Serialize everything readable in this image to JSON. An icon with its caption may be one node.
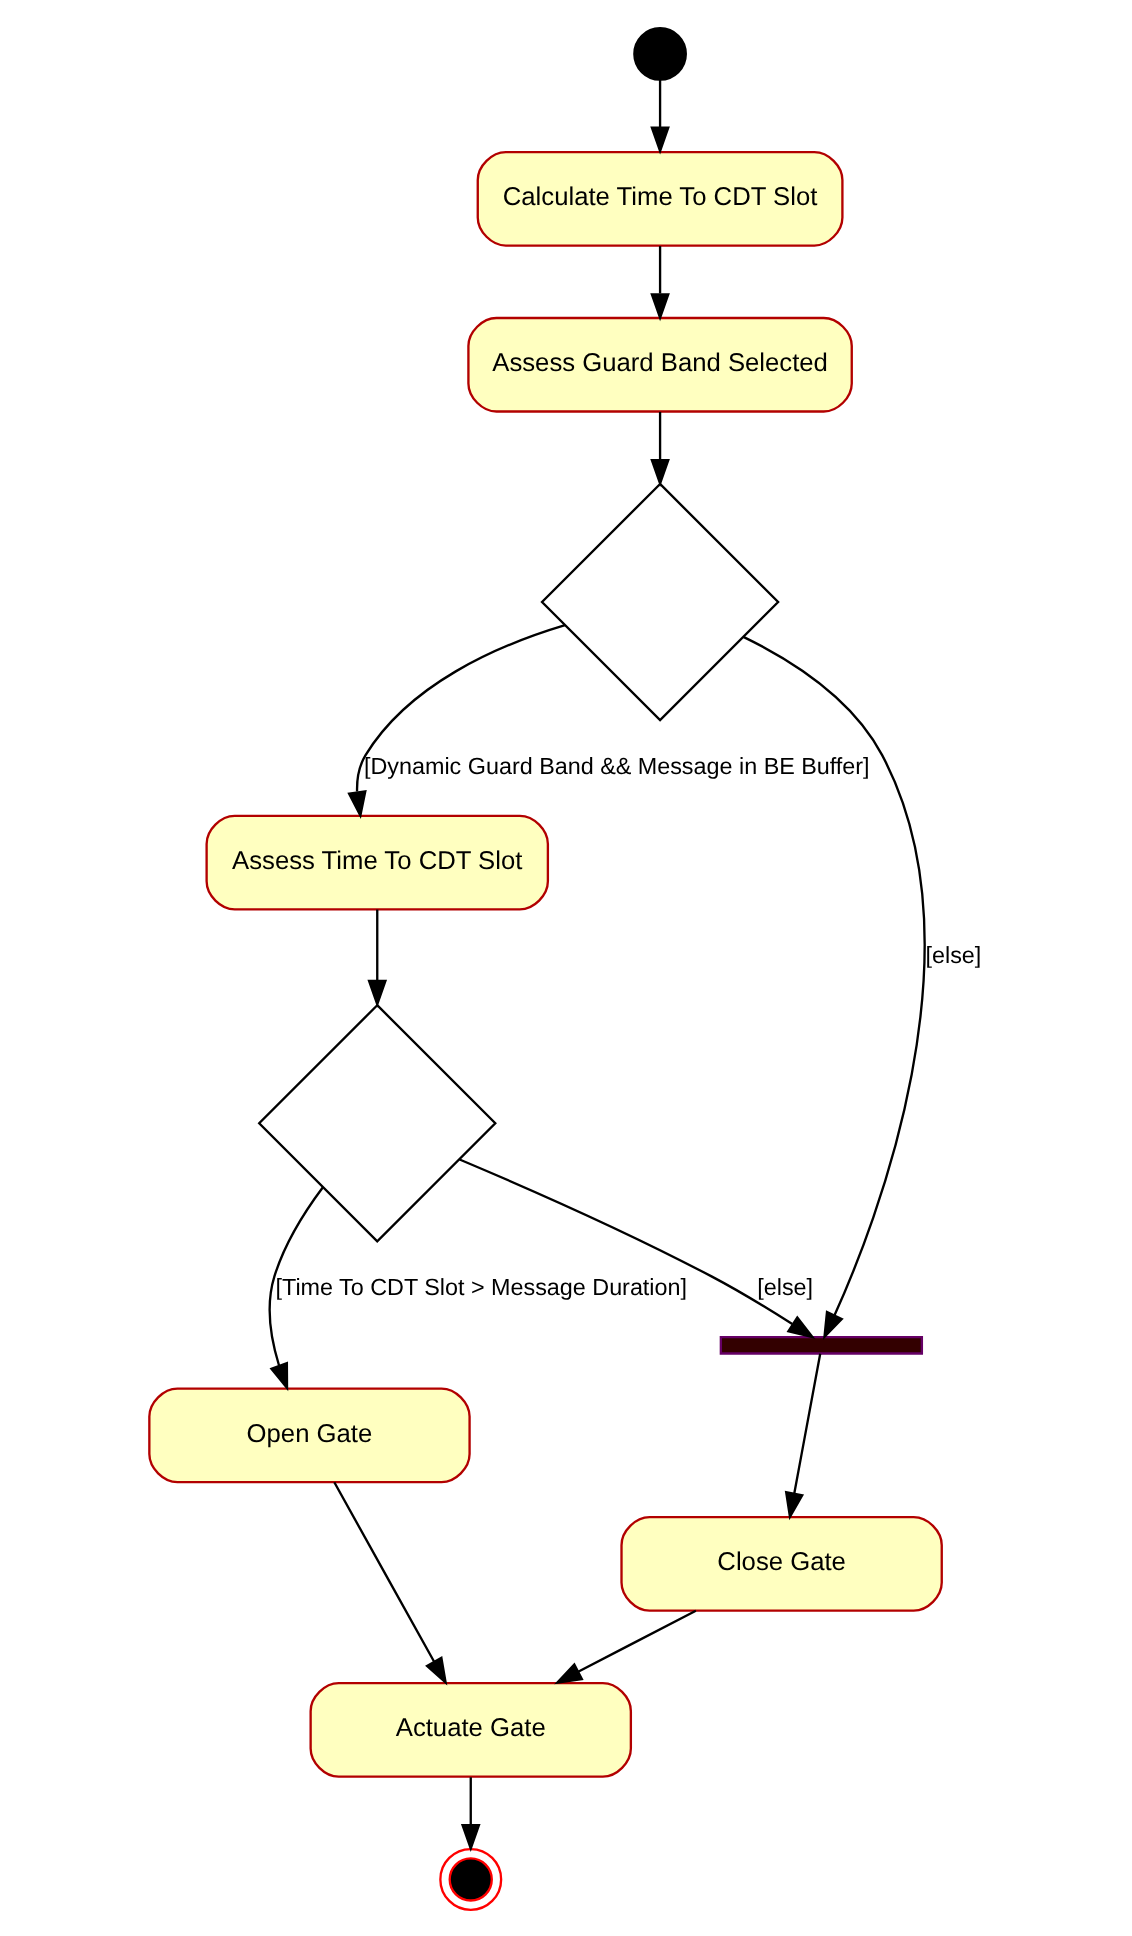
{
  "diagram": {
    "nodes": [
      {
        "text": [],
        "shape": "circle"
      },
      {
        "text": [
          "Calculate Time To CDT Slot"
        ]
      },
      {
        "text": [
          "Assess Guard Band Selected"
        ]
      },
      {
        "text": [],
        "shape": "diamond"
      },
      {
        "text": [
          "Assess Time To CDT Slot"
        ]
      },
      {
        "text": [],
        "shape": "diamond"
      },
      {
        "text": [],
        "shape": "bar"
      },
      {
        "text": [
          "Open Gate"
        ]
      },
      {
        "text": [
          "Close Gate"
        ]
      },
      {
        "text": [
          "Actuate Gate"
        ]
      },
      {
        "text": [],
        "shape": "circle"
      }
    ],
    "edges": [
      {
        "from": 0,
        "to": 1,
        "arrow": "to"
      },
      {
        "from": 1,
        "to": 2,
        "arrow": "to"
      },
      {
        "from": 2,
        "to": 3,
        "arrow": "to"
      },
      {
        "from": 3,
        "to": 6,
        "arrow": "to",
        "label": "[else]"
      },
      {
        "from": 3,
        "to": 4,
        "arrow": "to",
        "label": "[Dynamic Guard Band && Message in BE Buffer]"
      },
      {
        "from": 4,
        "to": 5,
        "arrow": "to"
      },
      {
        "from": 5,
        "to": 6,
        "arrow": "to",
        "label": "[else]"
      },
      {
        "from": 5,
        "to": 7,
        "arrow": "to",
        "label": "[Time To CDT Slot > Message Duration]"
      },
      {
        "from": 6,
        "to": 8,
        "arrow": "to"
      },
      {
        "from": 7,
        "to": 9,
        "arrow": "to"
      },
      {
        "from": 8,
        "to": 9,
        "arrow": "to"
      },
      {
        "from": 9,
        "to": 10,
        "arrow": "to"
      }
    ]
  }
}
